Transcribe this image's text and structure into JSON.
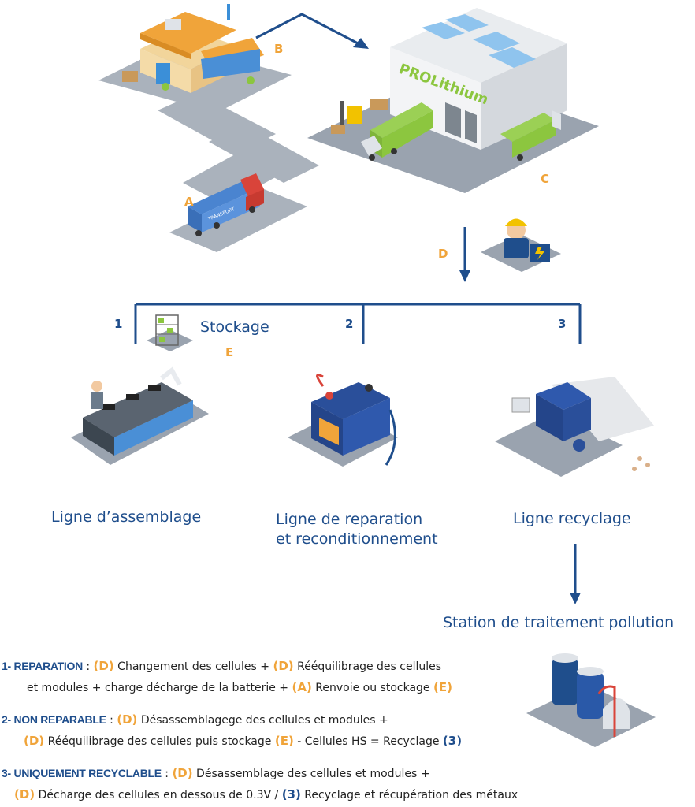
{
  "colors": {
    "orange": "#F0A43A",
    "blue": "#1f4e8c",
    "ground": "#9aa3af",
    "green": "#8cc63f"
  },
  "letters": {
    "a": "A",
    "b": "B",
    "c": "C",
    "d": "D",
    "e": "E"
  },
  "numbers": {
    "n1": "1",
    "n2": "2",
    "n3": "3"
  },
  "labels": {
    "stockage": "Stockage",
    "assemblage": "Ligne d’assemblage",
    "reparation_1": "Ligne de reparation",
    "reparation_2": "et reconditionnement",
    "recyclage": "Ligne recyclage",
    "station": "Station de traitement pollution",
    "warehouse_logo": "PROLithium",
    "truck_text": "TRANSPORT"
  },
  "notes": {
    "r1": {
      "head": "1- REPARATION",
      "sep": " : ",
      "d1": "(D)",
      "t1": " Changement des cellules + ",
      "d2": "(D)",
      "t2": " Rééquilibrage des cellules",
      "t3": "et modules + charge décharge de la batterie + ",
      "a": "(A)",
      "t4": " Renvoie ou stockage ",
      "e": "(E)"
    },
    "r2": {
      "head": "2- NON REPARABLE",
      "sep": " : ",
      "d1": "(D)",
      "t1": " Désassemblagege des cellules et modules +",
      "d2": "(D)",
      "t2": " Rééquilibrage des cellules  puis stockage ",
      "e": "(E)",
      "t3": " - Cellules HS = Recyclage ",
      "n": "(3)"
    },
    "r3": {
      "head": "3- UNIQUEMENT RECYCLABLE",
      "sep": " : ",
      "d1": "(D)",
      "t1": " Désassemblage des cellules et modules +",
      "d2": "(D)",
      "t2": " Décharge des cellules en dessous de 0.3V  / ",
      "n": "(3)",
      "t3": " Recyclage et récupération des métaux"
    }
  }
}
